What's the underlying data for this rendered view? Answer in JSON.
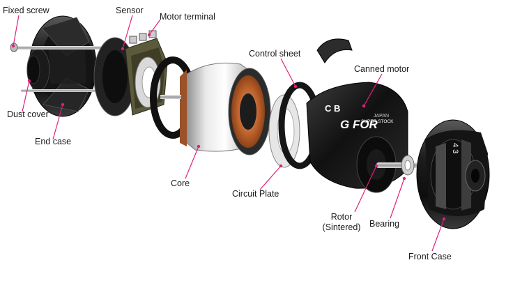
{
  "diagram": {
    "accent_color": "#e0207a",
    "labels": {
      "fixed_screw": "Fixed screw",
      "sensor": "Sensor",
      "motor_terminal": "Motor terminal",
      "control_sheet": "Control sheet",
      "canned_motor": "Canned motor",
      "dust_cover": "Dust cover",
      "end_case": "End case",
      "core": "Core",
      "circuit_plate": "Circuit Plate",
      "rotor_line1": "Rotor",
      "rotor_line2": "(Sintered)",
      "bearing": "Bearing",
      "front_case": "Front Case"
    },
    "can_print": {
      "letters": "C B",
      "brand": "G FOR",
      "sub": "SUPER STOCK",
      "tag": "JAPAN"
    },
    "front_case_print": "4 3"
  }
}
